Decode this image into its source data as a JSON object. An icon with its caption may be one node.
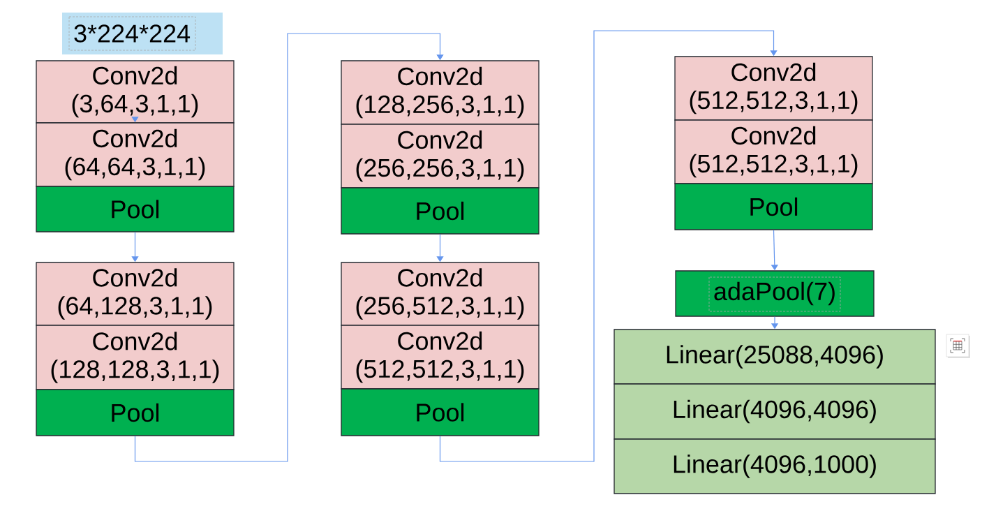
{
  "diagram": {
    "nodes": [
      {
        "text": [
          "3*224*224"
        ]
      },
      {
        "text": [
          "Conv2d (3,64,3,1,1)"
        ]
      },
      {
        "text": [
          "Conv2d (64,64,3,1,1)"
        ]
      },
      {
        "text": [
          "Pool"
        ]
      },
      {
        "text": [
          "Conv2d (64,128,3,1,1)"
        ]
      },
      {
        "text": [
          "Conv2d (128,128,3,1,1)"
        ]
      },
      {
        "text": [
          "Pool"
        ]
      },
      {
        "text": [
          "Conv2d (128,256,3,1,1)"
        ]
      },
      {
        "text": [
          "Conv2d (256,256,3,1,1)"
        ]
      },
      {
        "text": [
          "Pool"
        ]
      },
      {
        "text": [
          "Conv2d (256,512,3,1,1)"
        ]
      },
      {
        "text": [
          "Conv2d (512,512,3,1,1)"
        ]
      },
      {
        "text": [
          "Pool"
        ]
      },
      {
        "text": [
          "Conv2d (512,512,3,1,1)"
        ]
      },
      {
        "text": [
          "Conv2d (512,512,3,1,1)"
        ]
      },
      {
        "text": [
          "Pool"
        ]
      },
      {
        "text": [
          "adaPool(7)"
        ]
      },
      {
        "text": [
          "Linear(25088,4096)"
        ]
      },
      {
        "text": [
          "Linear(4096,4096)"
        ]
      },
      {
        "text": [
          "Linear(4096,1000)"
        ]
      }
    ],
    "edges": [
      {
        "from": 1,
        "to": 2,
        "arrow": "to"
      },
      {
        "from": 3,
        "to": 4,
        "arrow": "to"
      },
      {
        "from": 6,
        "to": 7,
        "arrow": "to"
      },
      {
        "from": 9,
        "to": 10,
        "arrow": "to"
      },
      {
        "from": 12,
        "to": 13,
        "arrow": "to"
      },
      {
        "from": 15,
        "to": 16,
        "arrow": "to"
      },
      {
        "from": 16,
        "to": 17,
        "arrow": "to"
      }
    ]
  }
}
